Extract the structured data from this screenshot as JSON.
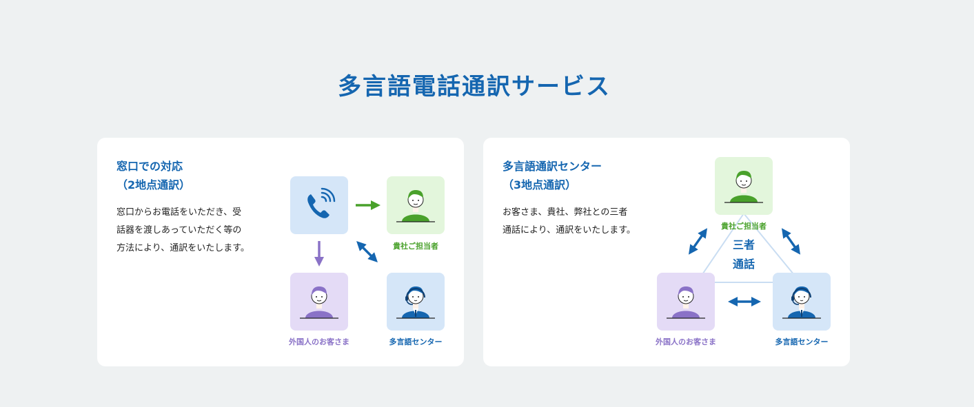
{
  "page": {
    "title": "多言語電話通訳サービス"
  },
  "cards": [
    {
      "heading": [
        "窓口での対応",
        "（2地点通訳）"
      ],
      "description": [
        "窓口からお電話をいただき、受",
        "話器を渡しあっていただく等の",
        "方法により、通訳をいたします。"
      ],
      "nodes": {
        "phone": {
          "icon": "phone-icon"
        },
        "staff": {
          "label": "貴社ご担当者",
          "icon": "person-icon"
        },
        "customer": {
          "label": "外国人のお客さま",
          "icon": "person-icon"
        },
        "center": {
          "label": "多言語センター",
          "icon": "operator-headset-icon"
        }
      }
    },
    {
      "heading": [
        "多言語通訳センター",
        "（3地点通訳）"
      ],
      "description": [
        "お客さま、貴社、弊社との三者",
        "通話により、通訳をいたします。"
      ],
      "center_text": [
        "三者",
        "通話"
      ],
      "nodes": {
        "staff": {
          "label": "貴社ご担当者",
          "icon": "person-icon"
        },
        "customer": {
          "label": "外国人のお客さま",
          "icon": "person-icon"
        },
        "center": {
          "label": "多言語センター",
          "icon": "operator-headset-icon"
        }
      }
    }
  ],
  "colors": {
    "title_blue": "#1566b0",
    "arrow_green": "#49a12b",
    "arrow_purple": "#8a72c7",
    "arrow_blue": "#1566b0",
    "tile_blue": "#d5e6f8",
    "tile_green": "#e3f6dc",
    "tile_purple": "#e4dbf6",
    "background": "#eef1f2"
  }
}
